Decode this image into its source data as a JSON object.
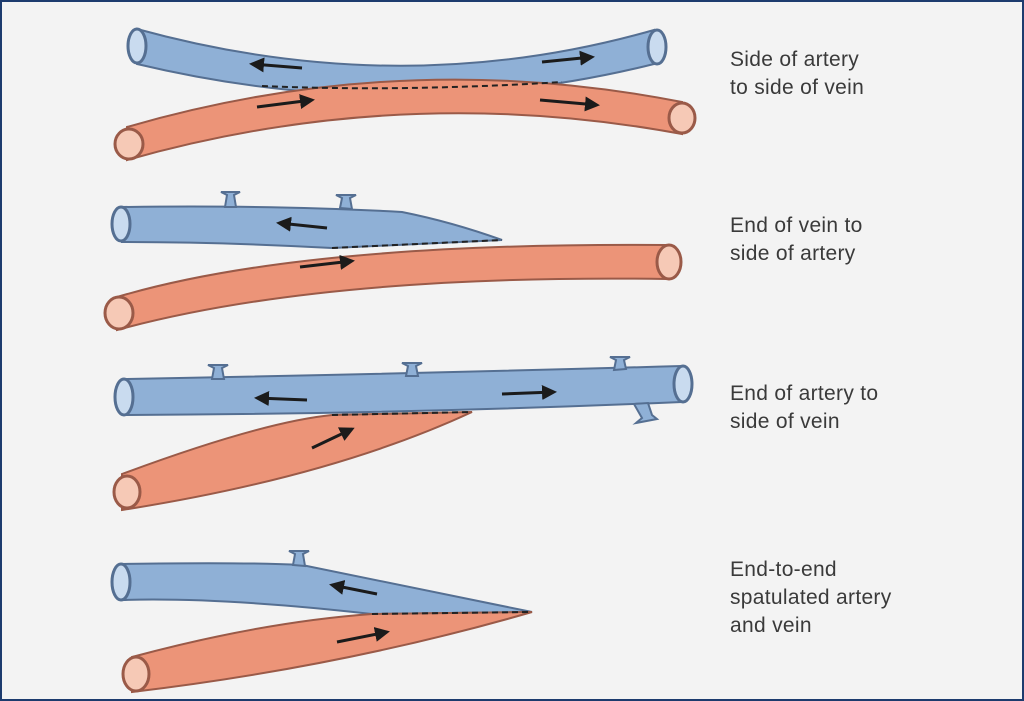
{
  "colors": {
    "vein": "#8fb0d6",
    "vein_outline": "#556f92",
    "artery": "#ec9478",
    "artery_outline": "#9a5a48",
    "arrow": "#1b1b1b",
    "caption_text": "#3a3a3a",
    "frame_border": "#1d3b6e"
  },
  "panels": [
    {
      "caption_lines": [
        "Side of artery",
        "to side of vein"
      ]
    },
    {
      "caption_lines": [
        "End of vein to",
        "side of artery"
      ]
    },
    {
      "caption_lines": [
        "End of artery to",
        "side of vein"
      ]
    },
    {
      "caption_lines": [
        "End-to-end",
        "spatulated artery",
        "and vein"
      ]
    }
  ]
}
